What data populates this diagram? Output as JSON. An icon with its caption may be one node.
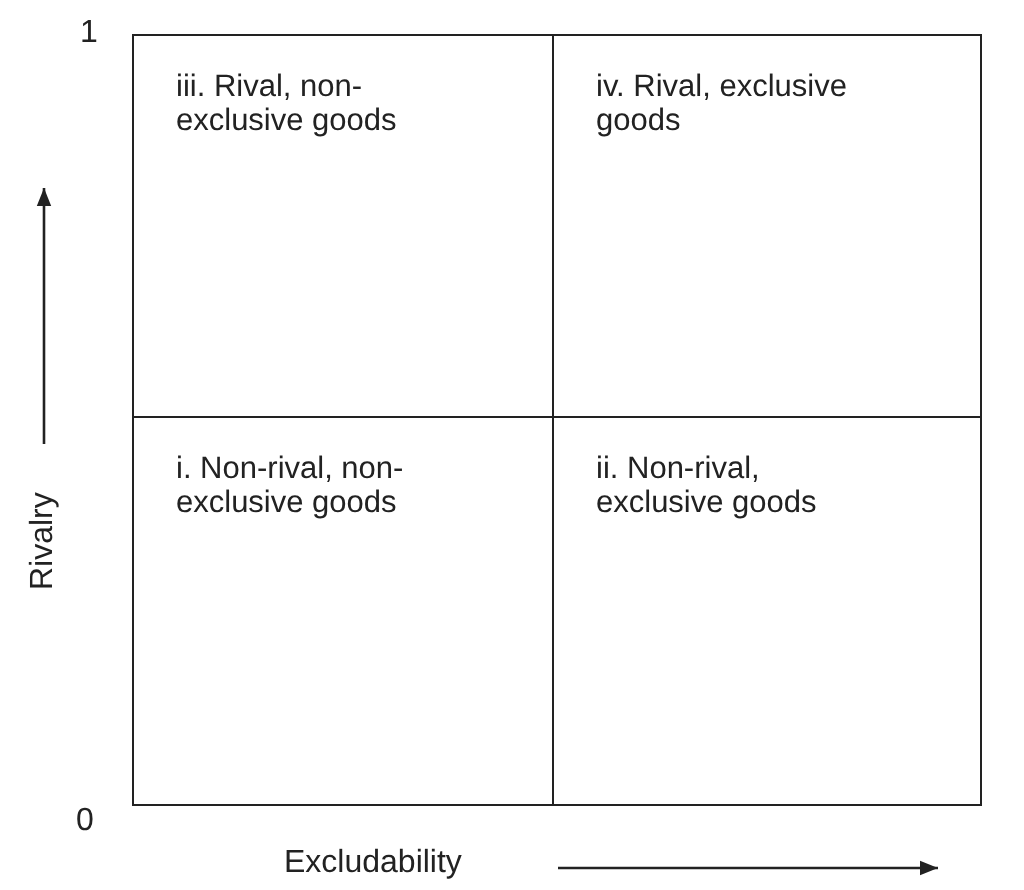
{
  "diagram": {
    "nodes": [
      {
        "text": [
          "iii. Rival, non-exclusive goods"
        ]
      },
      {
        "text": [
          "iv. Rival, exclusive goods"
        ]
      },
      {
        "text": [
          "i. Non-rival, non-exclusive goods"
        ]
      },
      {
        "text": [
          "ii. Non-rival, exclusive goods"
        ]
      }
    ],
    "labels": [
      "1",
      "Rivalry",
      "0",
      "Excludability"
    ]
  }
}
